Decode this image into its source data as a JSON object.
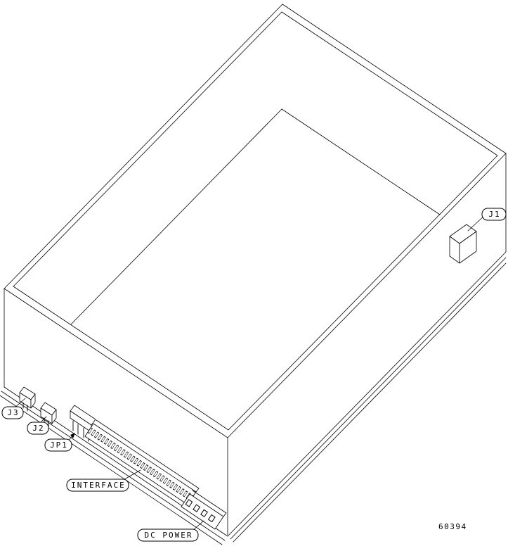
{
  "figure": {
    "part_number": "60394",
    "callouts": {
      "j1": "J1",
      "j3": "J3",
      "j2": "J2",
      "jp1": "JP1",
      "interface": "INTERFACE",
      "dc_power": "DC POWER"
    }
  }
}
